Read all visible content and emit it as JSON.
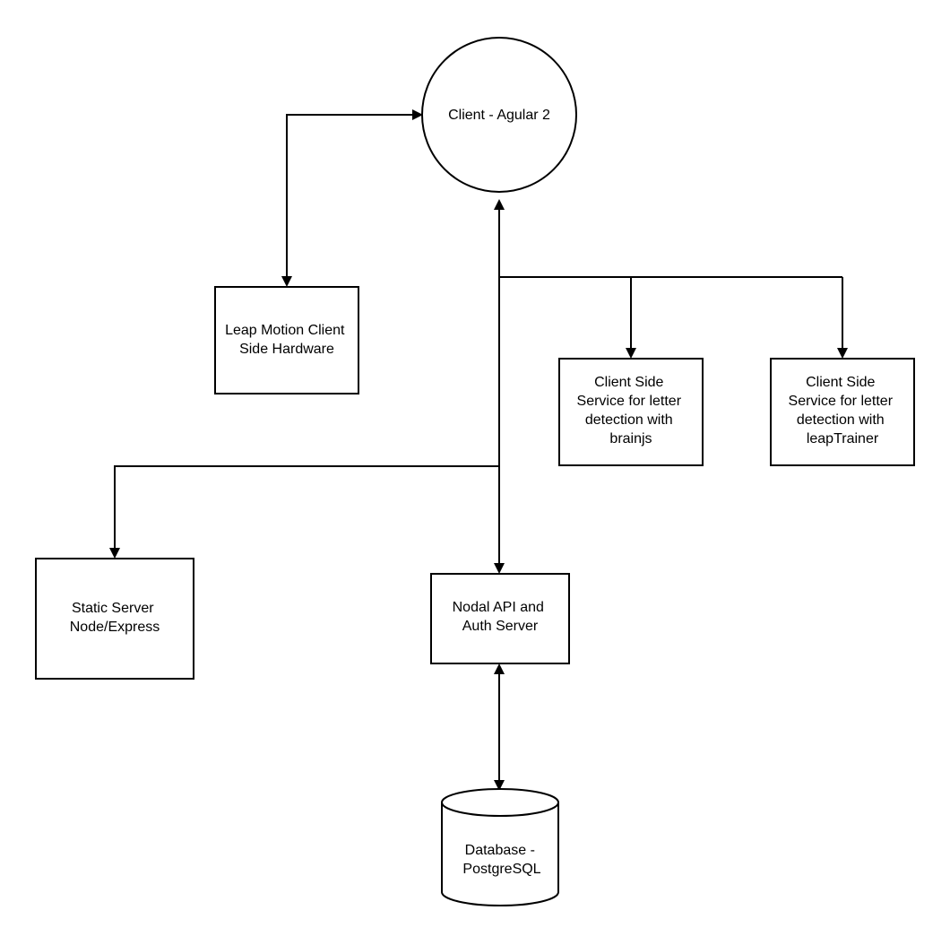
{
  "diagram": {
    "nodes": {
      "client": {
        "lines": [
          "Client - Agular 2"
        ]
      },
      "leap_motion": {
        "lines": [
          "Leap Motion Client",
          "Side Hardware"
        ]
      },
      "brainjs_service": {
        "lines": [
          "Client Side",
          "Service for letter",
          "detection with",
          "brainjs"
        ]
      },
      "leaptrainer_service": {
        "lines": [
          "Client Side",
          "Service for letter",
          "detection with",
          "leapTrainer"
        ]
      },
      "static_server": {
        "lines": [
          "Static Server",
          "Node/Express"
        ]
      },
      "api_server": {
        "lines": [
          "Nodal API and",
          "Auth Server"
        ]
      },
      "database": {
        "lines": [
          "Database -",
          "PostgreSQL"
        ]
      }
    },
    "edges": [
      {
        "from": "client",
        "to": "leap_motion",
        "bidirectional": true
      },
      {
        "from": "client",
        "to": "api_server",
        "bidirectional": true
      },
      {
        "from": "client",
        "to": "brainjs_service",
        "bidirectional": false
      },
      {
        "from": "client",
        "to": "leaptrainer_service",
        "bidirectional": false
      },
      {
        "from": "client",
        "to": "static_server",
        "bidirectional": false
      },
      {
        "from": "api_server",
        "to": "database",
        "bidirectional": true
      }
    ]
  }
}
